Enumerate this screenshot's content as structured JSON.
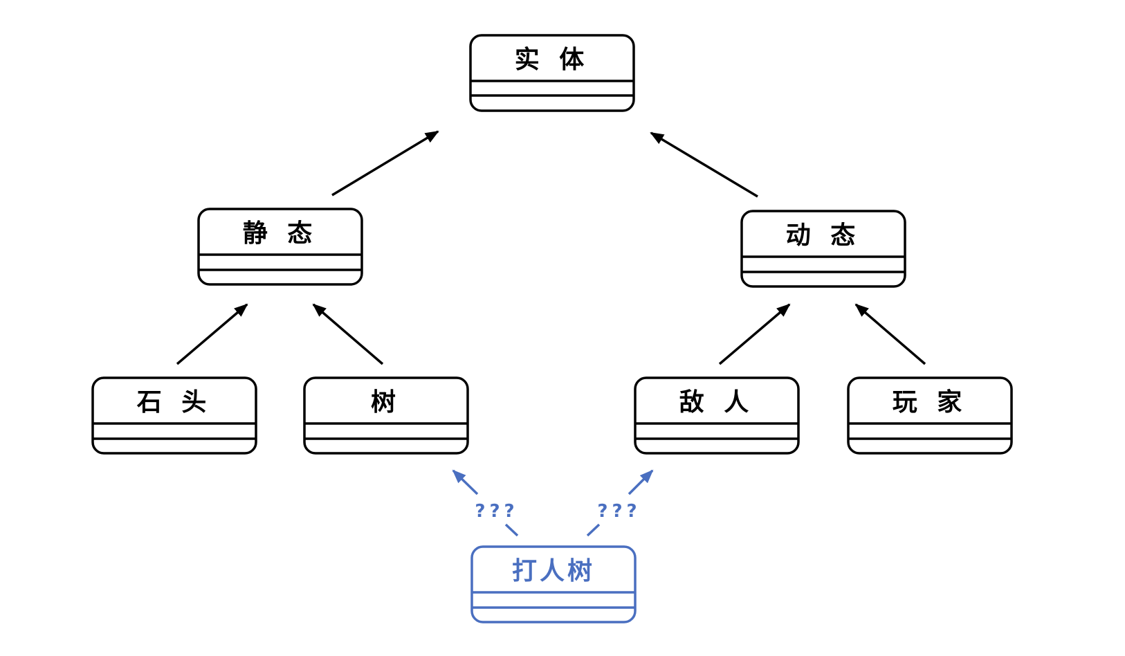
{
  "colors": {
    "default": "#000000",
    "highlight": "#4a6fc0"
  },
  "nodes": {
    "entity": {
      "label": "实 体"
    },
    "static": {
      "label": "静 态"
    },
    "dynamic": {
      "label": "动 态"
    },
    "stone": {
      "label": "石 头"
    },
    "tree": {
      "label": "树"
    },
    "enemy": {
      "label": "敌 人"
    },
    "player": {
      "label": "玩 家"
    },
    "hitting_tree": {
      "label": "打人树"
    }
  },
  "question_marks": {
    "left": "???",
    "right": "???"
  }
}
